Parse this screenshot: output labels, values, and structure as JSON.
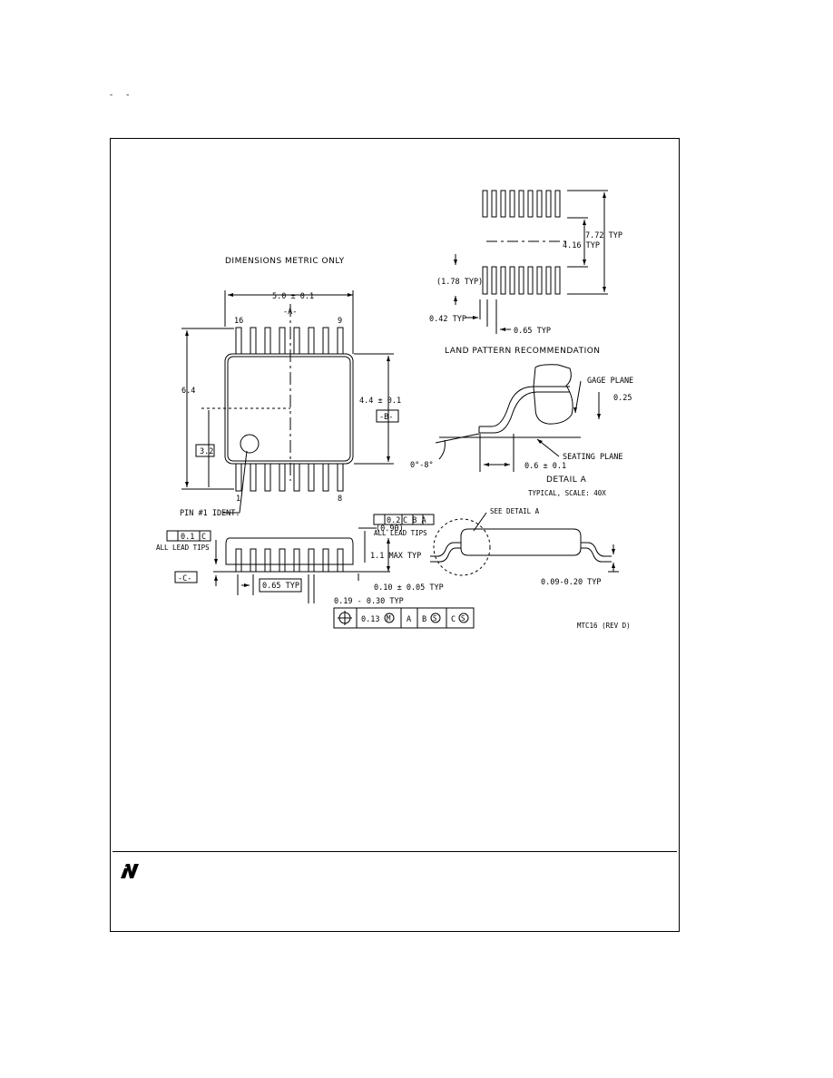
{
  "page": {
    "mark": "- -"
  },
  "top_view": {
    "title": "DIMENSIONS METRIC ONLY",
    "body_length": "5.0 ± 0.1",
    "datum_a": "-A-",
    "pin_16": "16",
    "pin_9": "9",
    "pin_1": "1",
    "pin_8": "8",
    "total_width": "6.4",
    "body_width": "4.4 ± 0.1",
    "datum_b": "-B-",
    "half_width": "3.2",
    "pin1_ident": "PIN #1 IDENT."
  },
  "land_pattern": {
    "title": "LAND PATTERN RECOMMENDATION",
    "dim_outer": "7.72 TYP",
    "dim_inner": "4.16 TYP",
    "pad_length": "(1.78 TYP)",
    "pad_width": "0.42 TYP",
    "pitch": "0.65 TYP"
  },
  "detail_a": {
    "gage_plane": "GAGE PLANE",
    "gage_dim": "0.25",
    "seating_plane": "SEATING PLANE",
    "angle": "0°-8°",
    "foot_length": "0.6 ± 0.1",
    "title": "DETAIL A",
    "subtitle": "TYPICAL, SCALE: 40X"
  },
  "side_view": {
    "lead_tips_tol": "0.2",
    "lead_tips_ref": "C B A",
    "lead_tips_label": "ALL LEAD TIPS",
    "coplanarity": "0.1",
    "coplanarity_ref": "C",
    "coplanarity_label": "ALL LEAD TIPS",
    "datum_c": "-C-",
    "standoff_ref": "(0.90)",
    "max_height": "1.1 MAX TYP",
    "standoff": "0.10 ± 0.05 TYP",
    "pitch": "0.65 TYP",
    "lead_width": "0.19 - 0.30 TYP",
    "see_detail": "SEE DETAIL A",
    "thickness": "0.09-0.20 TYP",
    "fcf_tol": "0.13",
    "fcf_mod": "M",
    "fcf_a": "A",
    "fcf_b": "B",
    "fcf_b_mod": "S",
    "fcf_c": "C",
    "fcf_c_mod": "S",
    "drawing_code": "MTC16 (REV D)"
  }
}
